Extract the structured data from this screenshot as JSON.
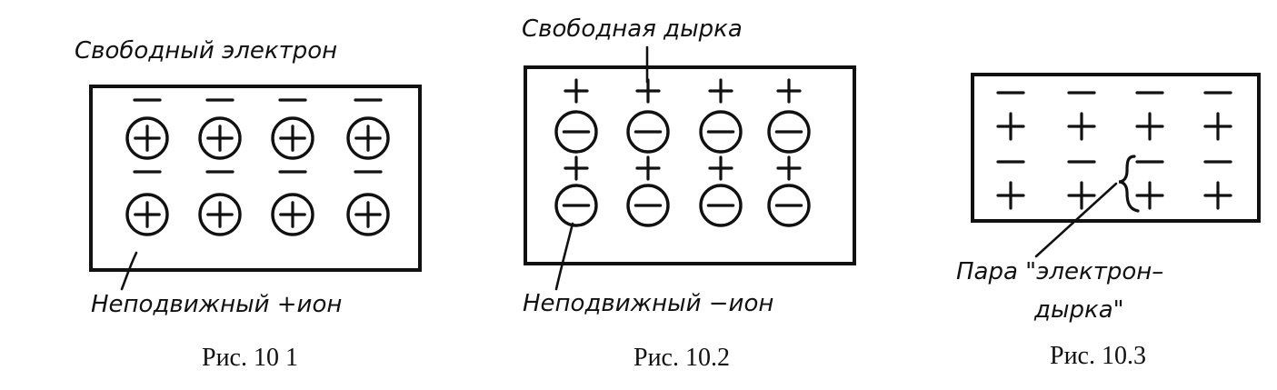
{
  "figures": [
    {
      "caption": "Рис. 10 1",
      "top_label": "Свободный электрон",
      "bottom_label": "Неподвижный +ион",
      "ion_sign": "+",
      "carrier_sign": "−"
    },
    {
      "caption": "Рис. 10.2",
      "top_label": "Свободная дырка",
      "bottom_label": "Неподвижный −ион",
      "ion_sign": "−",
      "carrier_sign": "+"
    },
    {
      "caption": "Рис. 10.3",
      "bottom_label_line1": "Пара \"электрон–",
      "bottom_label_line2": "дырка\"",
      "row_sign_top": "−",
      "row_sign_bottom": "+"
    }
  ]
}
